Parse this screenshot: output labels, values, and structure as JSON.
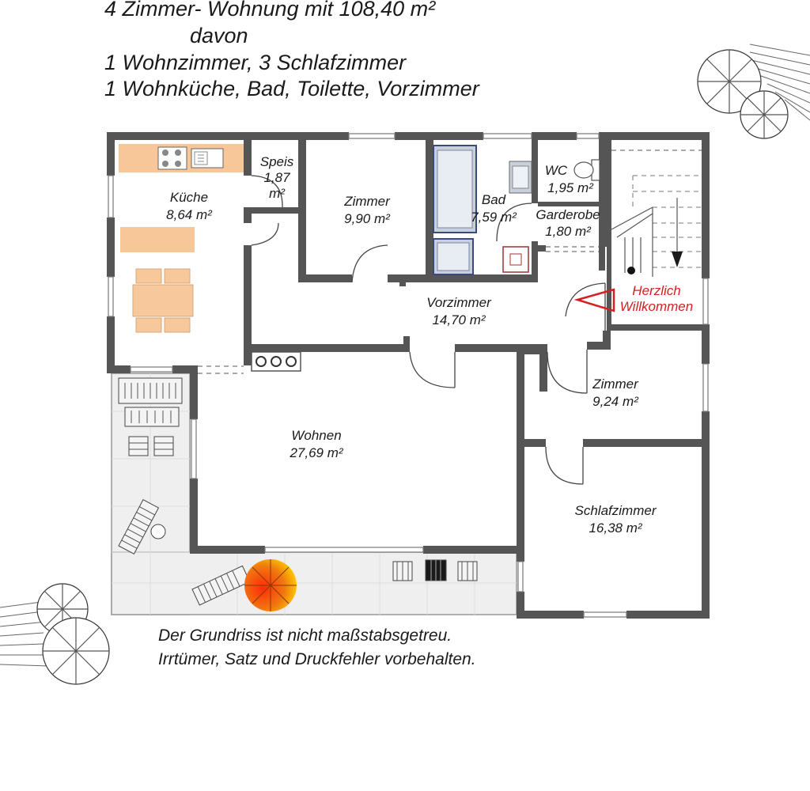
{
  "header": {
    "line1": "4 Zimmer- Wohnung mit 108,40 m²",
    "line2": "davon",
    "line3": "1 Wohnzimmer, 3 Schlafzimmer",
    "line4": "1 Wohnküche, Bad, Toilette, Vorzimmer"
  },
  "rooms": {
    "kueche": {
      "name": "Küche",
      "area": "8,64 m²"
    },
    "speis": {
      "name": "Speis",
      "area": "1,87",
      "unit": "m²"
    },
    "zimmer1": {
      "name": "Zimmer",
      "area": "9,90 m²"
    },
    "bad": {
      "name": "Bad",
      "area": "7,59 m²"
    },
    "wc": {
      "name": "WC",
      "area": "1,95 m²"
    },
    "garderobe": {
      "name": "Garderobe",
      "area": "1,80 m²"
    },
    "vorzimmer": {
      "name": "Vorzimmer",
      "area": "14,70 m²"
    },
    "wohnen": {
      "name": "Wohnen",
      "area": "27,69 m²"
    },
    "zimmer2": {
      "name": "Zimmer",
      "area": "9,24 m²"
    },
    "schlafzimmer": {
      "name": "Schlafzimmer",
      "area": "16,38 m²"
    }
  },
  "entrance": {
    "line1": "Herzlich",
    "line2": "Willkommen",
    "color": "#d42020"
  },
  "footer": {
    "line1": "Der Grundriss ist nicht maßstabsgetreu.",
    "line2": "Irrtümer, Satz und Druckfehler vorbehalten."
  },
  "colors": {
    "wall": "#555555",
    "kitchen_counter": "#f7c79a",
    "furniture": "#f6c89c",
    "bath": "#c9d0dc",
    "umbrella": "#f07a10"
  }
}
